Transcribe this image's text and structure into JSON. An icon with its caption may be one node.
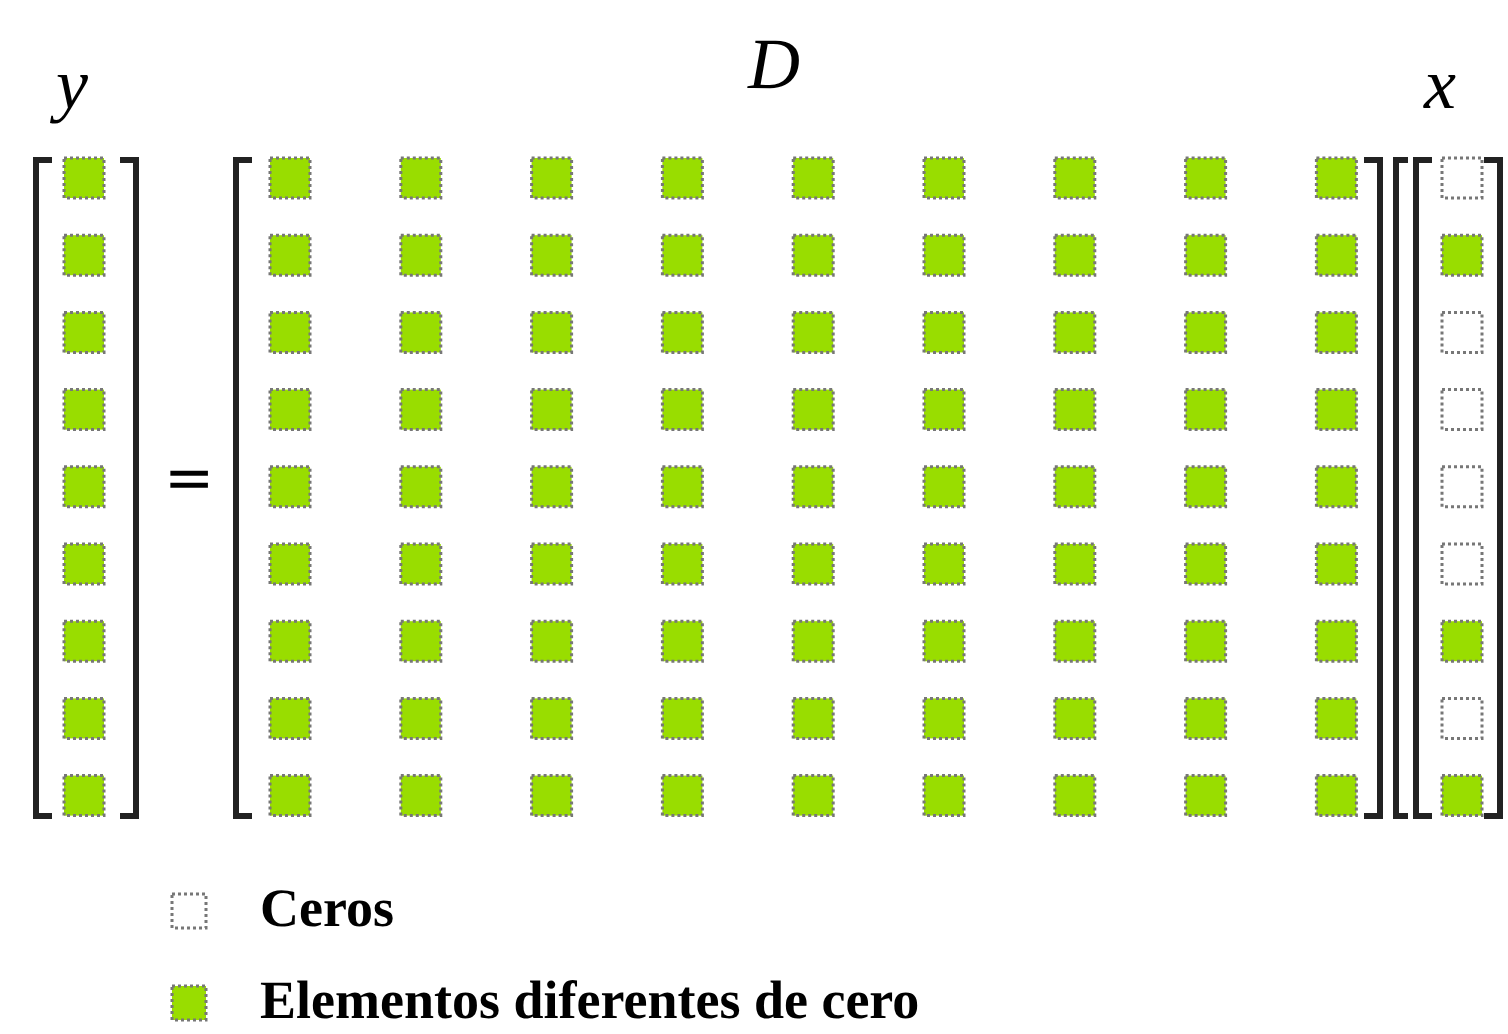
{
  "diagram": {
    "labels": [
      "y",
      "D",
      "x",
      "="
    ],
    "legend": [
      {
        "text": "Ceros",
        "color": "#ffffff"
      },
      {
        "text": "Elementos diferentes de cero",
        "color": "#99dd00"
      }
    ]
  }
}
